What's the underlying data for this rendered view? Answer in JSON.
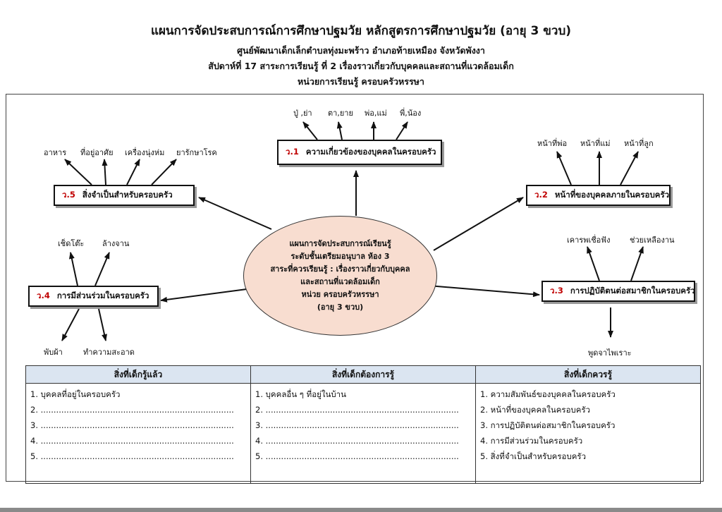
{
  "header": {
    "title": "แผนการจัดประสบการณ์การศึกษาปฐมวัย  หลักสูตรการศึกษาปฐมวัย (อายุ 3 ขวบ)",
    "line2": "ศูนย์พัฒนาเด็กเล็กตำบลทุ่งมะพร้าว อำเภอท้ายเหมือง จังหวัดพังงา",
    "line3": "สัปดาห์ที่ 17 สาระการเรียนรู้ ที่ 2  เรื่องราวเกี่ยวกับบุคคลและสถานที่แวดล้อมเด็ก",
    "line4": "หน่วยการเรียนรู้  ครอบครัวหรรษา"
  },
  "center": {
    "l1": "แผนการจัดประสบการณ์เรียนรู้",
    "l2": "ระดับชั้นเตรียมอนุบาล ห้อง 3",
    "l3": "สาระที่ควรเรียนรู้ : เรื่องราวเกี่ยวกับบุคคล",
    "l4": "และสถานที่แวดล้อมเด็ก",
    "l5": "หน่วย ครอบครัวหรรษา",
    "l6": "(อายุ 3 ขวบ)"
  },
  "topics": {
    "t1": {
      "code": "ว.1",
      "label": "ความเกี่ยวข้องของบุคคลในครอบครัว",
      "items": [
        "ปู่ ,ย่า",
        "ตา,ยาย",
        "พ่อ,แม่",
        "พี่,น้อง"
      ]
    },
    "t2": {
      "code": "ว.2",
      "label": "หน้าที่ของบุคคลภายในครอบครัว",
      "items": [
        "หน้าที่พ่อ",
        "หน้าที่แม่",
        "หน้าที่ลูก"
      ]
    },
    "t3": {
      "code": "ว.3",
      "label": "การปฏิบัติตนต่อสมาชิกในครอบครัว",
      "items": [
        "เคารพเชื่อฟัง",
        "ช่วยเหลืองาน",
        "พูดจาไพเราะ"
      ]
    },
    "t4": {
      "code": "ว.4",
      "label": "การมีส่วนร่วมในครอบครัว",
      "items": [
        "เช็ดโต๊ะ",
        "ล้างจาน",
        "พับผ้า",
        "ทำความสะอาด"
      ]
    },
    "t5": {
      "code": "ว.5",
      "label": "สิ่งจำเป็นสำหรับครอบครัว",
      "items": [
        "อาหาร",
        "ที่อยู่อาศัย",
        "เครื่องนุ่งห่ม",
        "ยารักษาโรค"
      ]
    }
  },
  "table": {
    "headers": [
      "สิ่งที่เด็กรู้แล้ว",
      "สิ่งที่เด็กต้องการรู้",
      "สิ่งที่เด็กควรรู้"
    ],
    "col1": [
      "1. บุคคลที่อยู่ในครอบครัว",
      "2. ...........................................................................",
      "3. ...........................................................................",
      "4. ...........................................................................",
      "5. ..........................................................................."
    ],
    "col2": [
      "1. บุคคลอื่น ๆ ที่อยู่ในบ้าน",
      "2. ...........................................................................",
      "3. ...........................................................................",
      "4. ...........................................................................",
      "5. ..........................................................................."
    ],
    "col3": [
      "1. ความสัมพันธ์ของบุคคลในครอบครัว",
      "2. หน้าที่ของบุคคลในครอบครัว",
      "3. การปฏิบัติตนต่อสมาชิกในครอบครัว",
      "4. การมีส่วนร่วมในครอบครัว",
      "5. สิ่งที่จำเป็นสำหรับครอบครัว"
    ]
  }
}
